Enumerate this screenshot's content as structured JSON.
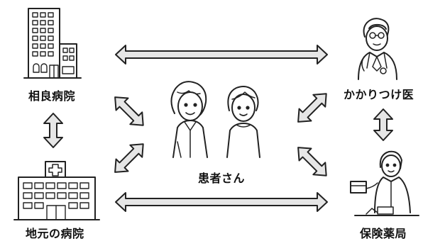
{
  "nodes": {
    "sagara_hospital": "相良病院",
    "family_doctor": "かかりつけ医",
    "patients": "患者さん",
    "local_hospital": "地元の病院",
    "pharmacy": "保険薬局"
  },
  "icons": {
    "sagara_hospital": "tall-hospital-building-icon",
    "family_doctor": "doctor-icon",
    "patients": "two-patients-icon",
    "local_hospital": "hospital-with-cross-icon",
    "pharmacy": "pharmacist-icon"
  },
  "colors": {
    "arrow_fill": "#e6e6e6",
    "line": "#222222"
  }
}
